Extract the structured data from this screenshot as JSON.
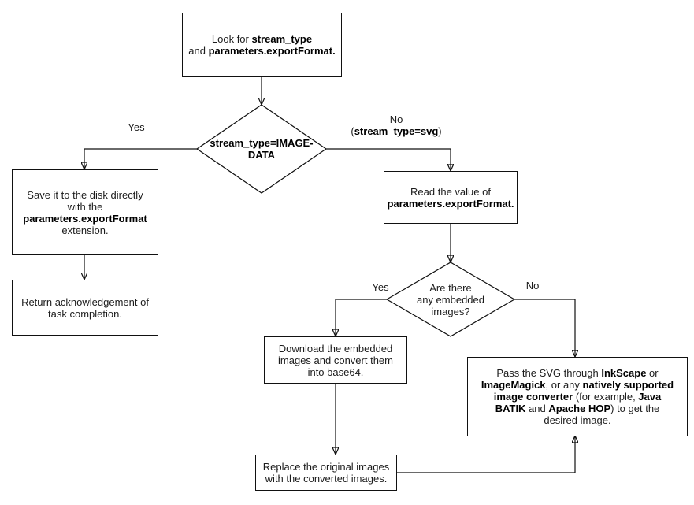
{
  "diagram": {
    "colors": {
      "line": "#111111",
      "text": "#1c1c1c",
      "background": "#ffffff"
    },
    "nodes": {
      "start": {
        "lines": [
          [
            {
              "t": "Look for ",
              "b": false
            },
            {
              "t": "stream_type",
              "b": true
            }
          ],
          [
            {
              "t": "and ",
              "b": false
            },
            {
              "t": "parameters.exportFormat.",
              "b": true
            }
          ]
        ]
      },
      "decision_stream_type": {
        "lines": [
          [
            {
              "t": "stream_type=IMAGE-",
              "b": true
            }
          ],
          [
            {
              "t": "DATA",
              "b": true
            }
          ]
        ]
      },
      "save_to_disk": {
        "lines": [
          [
            {
              "t": "Save it to the disk directly",
              "b": false
            }
          ],
          [
            {
              "t": "with the",
              "b": false
            }
          ],
          [
            {
              "t": "parameters.exportFormat",
              "b": true
            }
          ],
          [
            {
              "t": "extension.",
              "b": false
            }
          ]
        ]
      },
      "return_ack": {
        "lines": [
          [
            {
              "t": "Return acknowledgement of",
              "b": false
            }
          ],
          [
            {
              "t": "task completion.",
              "b": false
            }
          ]
        ]
      },
      "read_value": {
        "lines": [
          [
            {
              "t": "Read the value of",
              "b": false
            }
          ],
          [
            {
              "t": "parameters.exportFormat.",
              "b": true
            }
          ]
        ]
      },
      "decision_embedded": {
        "lines": [
          [
            {
              "t": "Are there",
              "b": false
            }
          ],
          [
            {
              "t": "any embedded",
              "b": false
            }
          ],
          [
            {
              "t": "images?",
              "b": false
            }
          ]
        ]
      },
      "download_embedded": {
        "lines": [
          [
            {
              "t": "Download the embedded",
              "b": false
            }
          ],
          [
            {
              "t": "images and convert them",
              "b": false
            }
          ],
          [
            {
              "t": "into base64.",
              "b": false
            }
          ]
        ]
      },
      "pass_svg": {
        "lines": [
          [
            {
              "t": "Pass the SVG through ",
              "b": false
            },
            {
              "t": "InkScape",
              "b": true
            },
            {
              "t": " or",
              "b": false
            }
          ],
          [
            {
              "t": "ImageMagick",
              "b": true
            },
            {
              "t": ", or any ",
              "b": false
            },
            {
              "t": "natively supported",
              "b": true
            }
          ],
          [
            {
              "t": "image converter",
              "b": true
            },
            {
              "t": " (for example, ",
              "b": false
            },
            {
              "t": "Java",
              "b": true
            }
          ],
          [
            {
              "t": "BATIK",
              "b": true
            },
            {
              "t": " and ",
              "b": false
            },
            {
              "t": "Apache HOP",
              "b": true
            },
            {
              "t": ") to get the",
              "b": false
            }
          ],
          [
            {
              "t": "desired image.",
              "b": false
            }
          ]
        ]
      },
      "replace_images": {
        "lines": [
          [
            {
              "t": "Replace the original images",
              "b": false
            }
          ],
          [
            {
              "t": "with the converted images.",
              "b": false
            }
          ]
        ]
      }
    },
    "labels": {
      "yes1": "Yes",
      "no1": {
        "lines": [
          [
            {
              "t": "No",
              "b": false
            }
          ],
          [
            {
              "t": "(",
              "b": false
            },
            {
              "t": "stream_type=svg",
              "b": true
            },
            {
              "t": ")",
              "b": false
            }
          ]
        ]
      },
      "yes2": "Yes",
      "no2": "No"
    }
  }
}
